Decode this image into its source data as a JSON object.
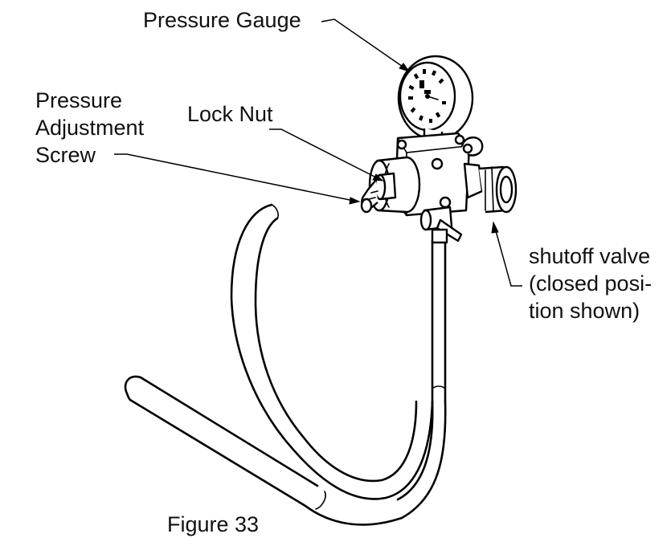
{
  "labels": {
    "pressure_gauge": "Pressure Gauge",
    "pressure_adjustment_screw": [
      "Pressure",
      "Adjustment",
      "Screw"
    ],
    "lock_nut": "Lock Nut",
    "shutoff_valve": [
      "shutoff valve",
      "(closed posi-",
      "tion shown)"
    ]
  },
  "caption": "Figure 33"
}
